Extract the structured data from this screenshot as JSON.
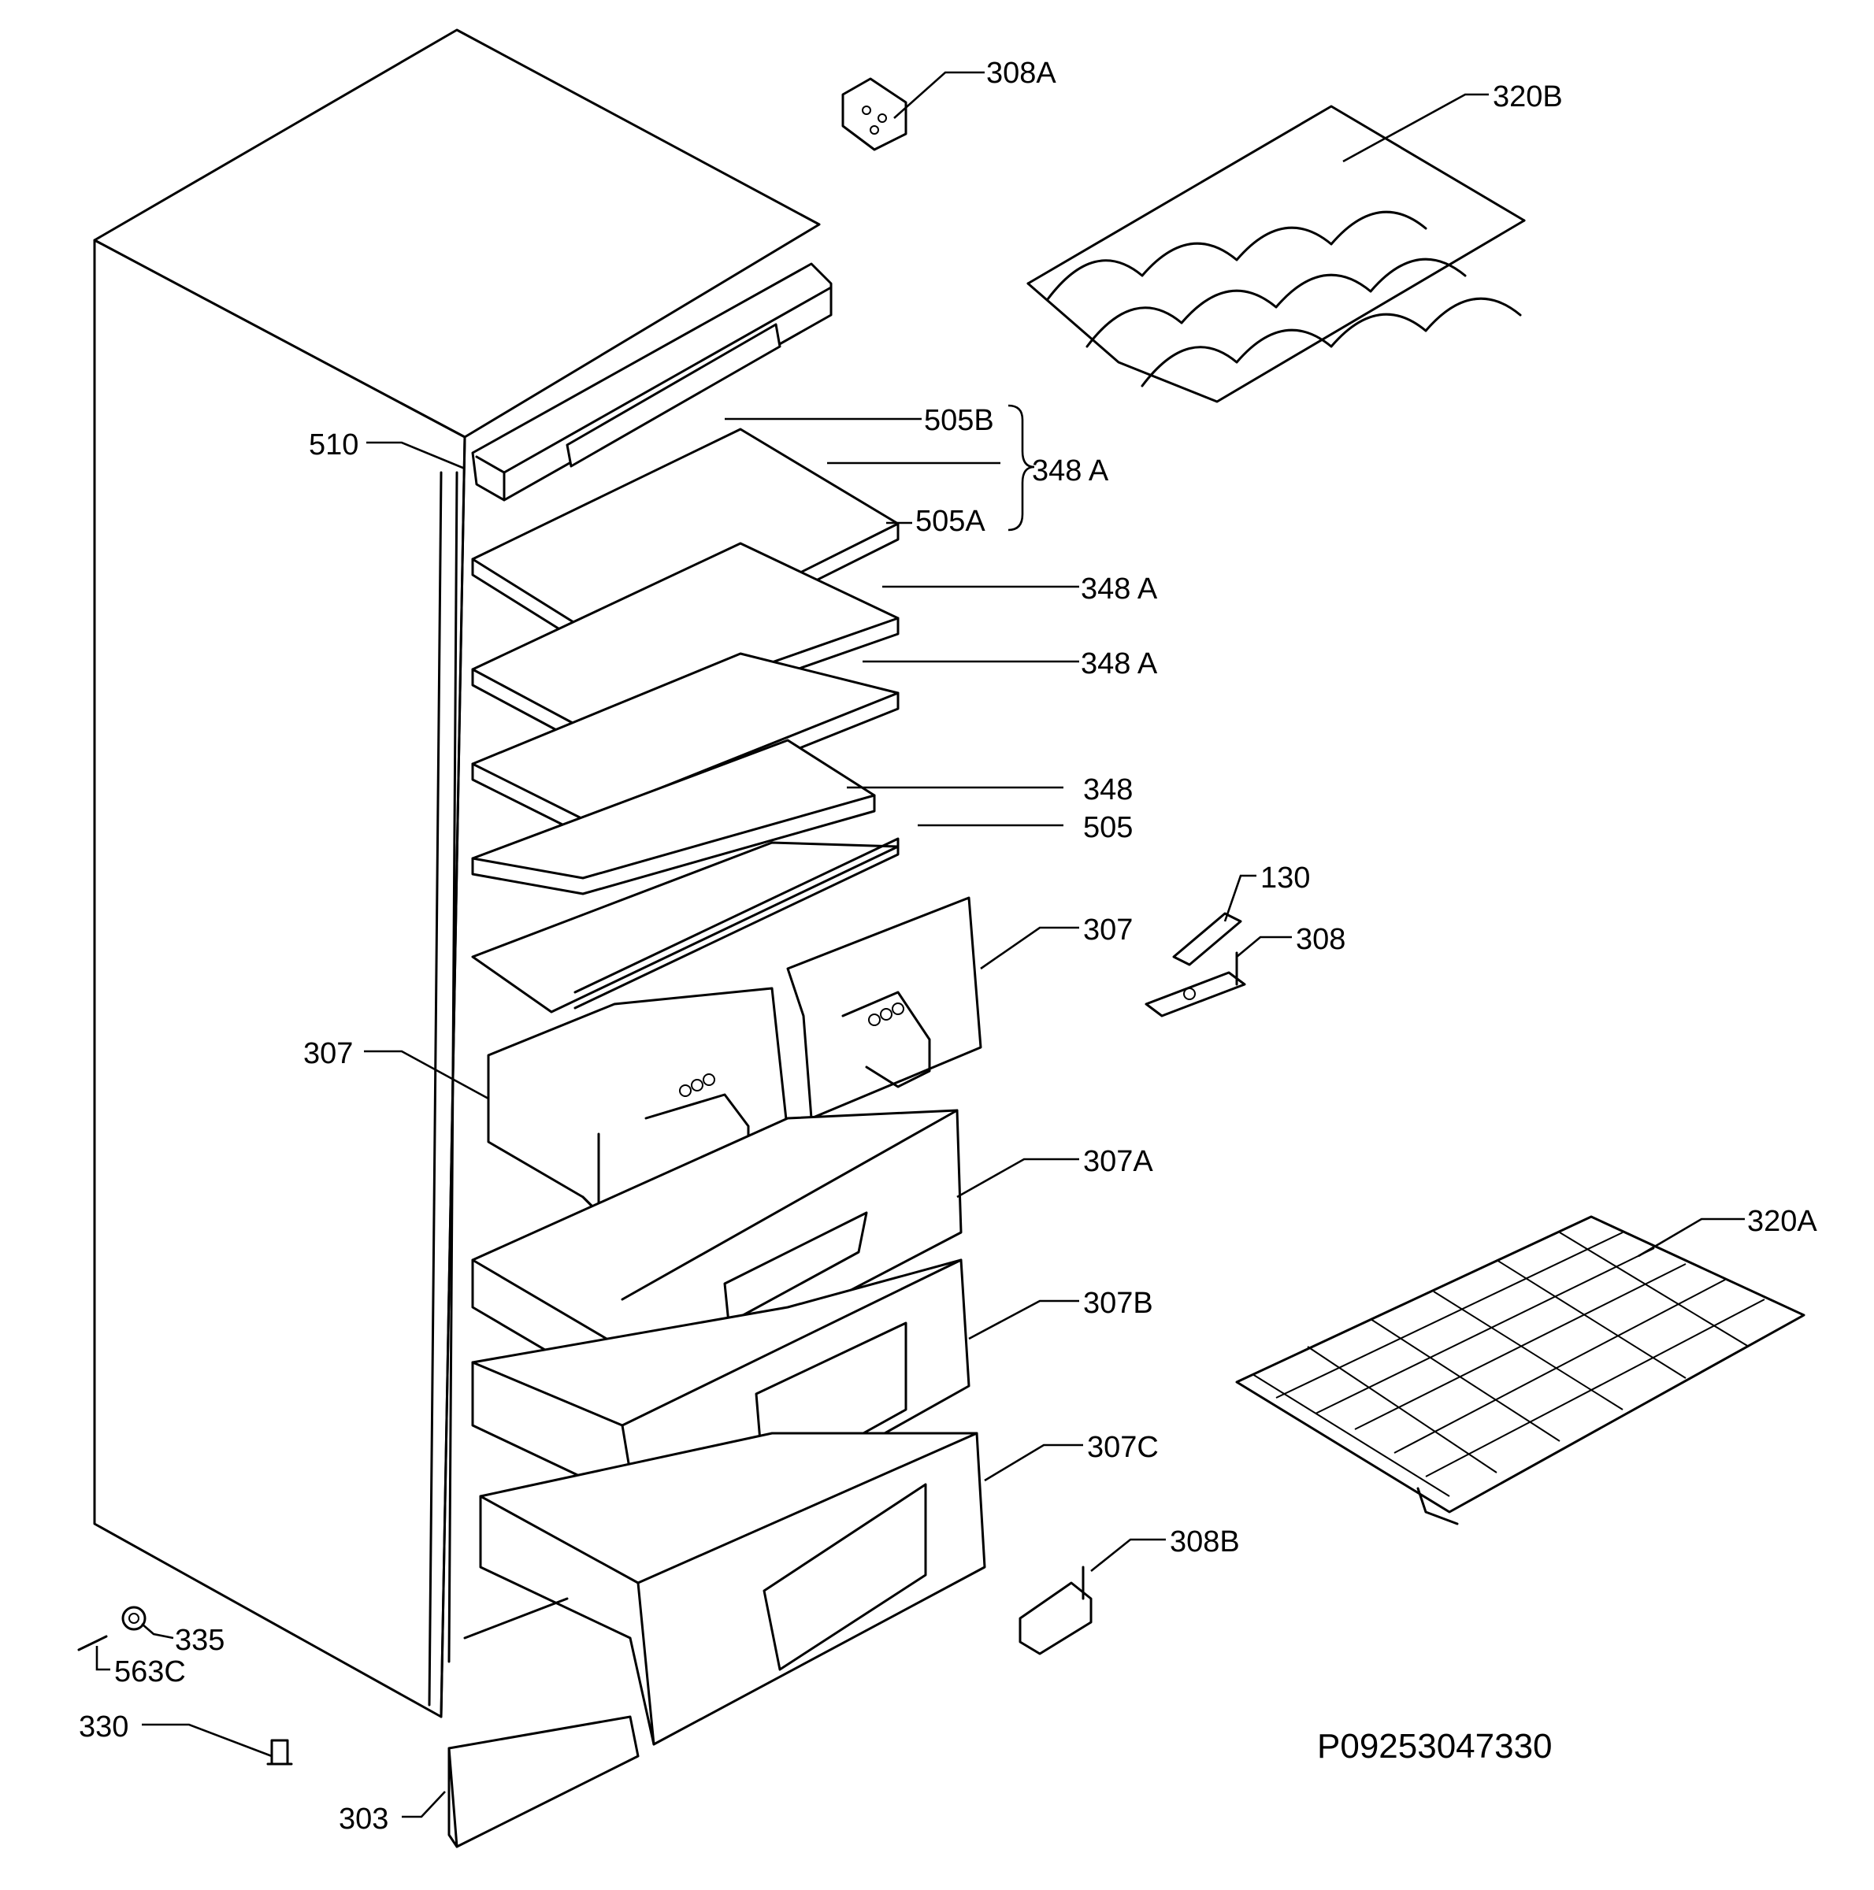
{
  "callouts": {
    "c308A": "308A",
    "c320B": "320B",
    "c510": "510",
    "c505B": "505B",
    "c348A_group": "348 A",
    "c505A": "505A",
    "c348A_2": "348 A",
    "c348A_3": "348 A",
    "c348": "348",
    "c505": "505",
    "c130": "130",
    "c307_right": "307",
    "c308": "308",
    "c307_left": "307",
    "c307A": "307A",
    "c320A": "320A",
    "c307B": "307B",
    "c307C": "307C",
    "c308B": "308B",
    "c335": "335",
    "c563C": "563C",
    "c330": "330",
    "c303": "303"
  },
  "document_id": "P09253047330"
}
